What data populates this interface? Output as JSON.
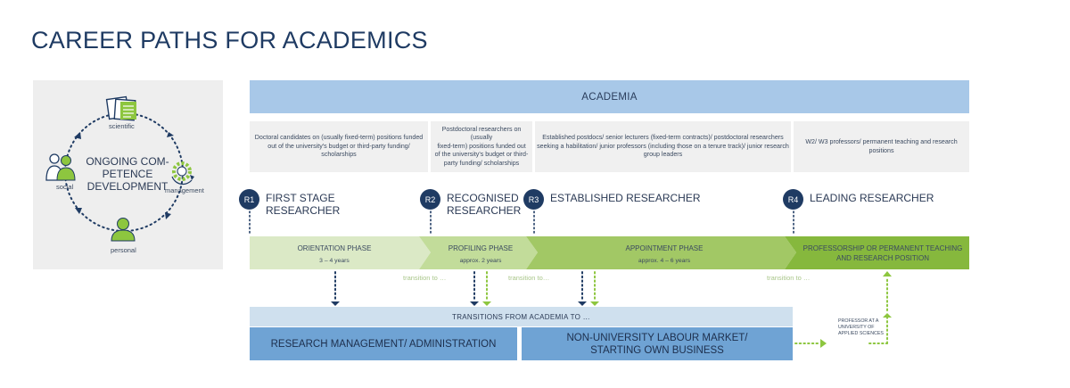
{
  "title": "CAREER PATHS FOR ACADEMICS",
  "competence": {
    "center": [
      "ONGOING COM-",
      "PETENCE",
      "DEVELOPMENT"
    ],
    "labels": {
      "scientific": "scientific",
      "social": "social",
      "management": "management",
      "personal": "personal"
    }
  },
  "academia": {
    "header": "ACADEMIA",
    "descriptions": [
      [
        "Doctoral candidates on (usually fixed-term) positions funded",
        "out of the university's  budget or third-party funding/",
        "scholarships"
      ],
      [
        "Postdoctoral researchers on (usually",
        "fixed-term) positions funded out",
        "of the university's  budget or third-",
        "party funding/ scholarships"
      ],
      [
        "Established postdocs/ senior lecturers (fixed-term contracts)/ postdoctoral researchers",
        "seeking a habilitation/ junior professors (including those on a tenure track)/ junior research",
        "group leaders"
      ],
      [
        "W2/ W3 professors/ permanent teaching and research",
        "positions"
      ]
    ]
  },
  "stages": [
    {
      "badge": "R1",
      "title": [
        "FIRST STAGE",
        "RESEARCHER"
      ]
    },
    {
      "badge": "R2",
      "title": [
        "RECOGNISED",
        "RESEARCHER"
      ]
    },
    {
      "badge": "R3",
      "title": [
        "ESTABLISHED RESEARCHER"
      ]
    },
    {
      "badge": "R4",
      "title": [
        "LEADING RESEARCHER"
      ]
    }
  ],
  "phases": [
    {
      "name": "ORIENTATION PHASE",
      "duration": "3 – 4 years"
    },
    {
      "name": "PROFILING PHASE",
      "duration": "approx. 2 years"
    },
    {
      "name": "APPOINTMENT PHASE",
      "duration": "approx. 4 – 6 years"
    },
    {
      "name": [
        "PROFESSORSHIP OR PERMANENT TEACHING",
        "AND RESEARCH POSITION"
      ]
    }
  ],
  "transition_labels": [
    "transition to …",
    "transition to…",
    "transition to …"
  ],
  "transitions": {
    "header": "TRANSITIONS FROM ACADEMIA TO …",
    "exits": [
      [
        "RESEARCH MANAGEMENT/ ADMINISTRATION"
      ],
      [
        "NON-UNIVERSITY LABOUR MARKET/",
        "STARTING OWN BUSINESS"
      ]
    ],
    "professor_note": [
      "PROFESSOR AT A",
      "UNIVERSITY OF",
      "APPLIED SCIENCES"
    ]
  },
  "colors": {
    "navy": "#1f3b63",
    "academia_blue": "#a8c8e8",
    "light_blue": "#cfe0ee",
    "mid_blue": "#6fa3d4",
    "green_light": "#dbe9c6",
    "green_mid": "#c2dc9a",
    "green_strong": "#a2c865",
    "green_dark": "#86b83d"
  },
  "icons": [
    "documents-icon",
    "group-icon",
    "gears-icon",
    "person-icon"
  ]
}
